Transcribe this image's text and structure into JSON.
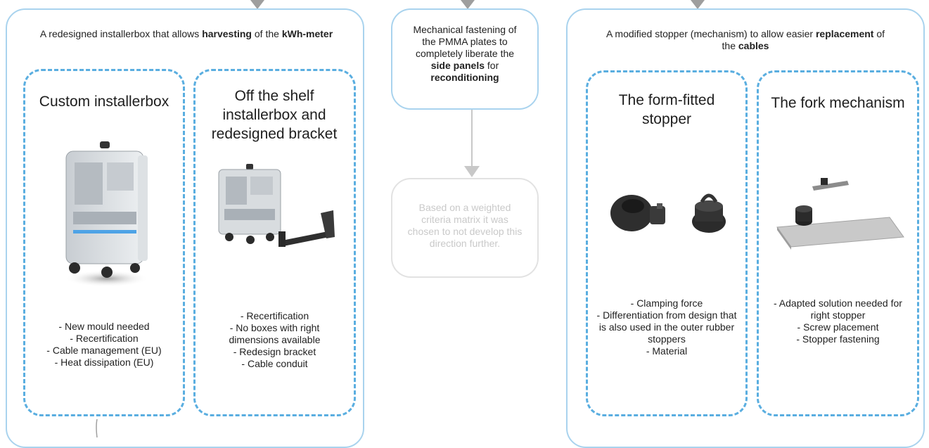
{
  "left_panel": {
    "header_parts": [
      "A redesigned installerbox that allows ",
      "harvesting",
      " of the ",
      "kWh-meter"
    ],
    "options": [
      {
        "title": "Custom installerbox",
        "notes": [
          "- New mould needed",
          "- Recertification",
          "- Cable management (EU)",
          "- Heat dissipation (EU)"
        ]
      },
      {
        "title": "Off the shelf installerbox and redesigned bracket",
        "notes": [
          "- Recertification",
          "- No boxes with right dimensions available",
          "- Redesign bracket",
          "- Cable conduit"
        ]
      }
    ]
  },
  "middle": {
    "box_parts": [
      "Mechanical fastening of the PMMA plates to completely liberate the ",
      "side panels",
      " for ",
      "reconditioning"
    ],
    "faded_text": "Based on a weighted criteria matrix it was chosen to not develop this direction further."
  },
  "right_panel": {
    "header_parts": [
      "A modified stopper (mechanism) to allow easier ",
      "replacement",
      " of the ",
      "cables"
    ],
    "options": [
      {
        "title": "The form-fitted stopper",
        "notes": [
          "- Clamping force",
          "- Differentiation from design that is also used in the outer rubber stoppers",
          "- Material"
        ]
      },
      {
        "title": "The fork mechanism",
        "notes": [
          "- Adapted solution needed for right stopper",
          "- Screw placement",
          "- Stopper fastening"
        ]
      }
    ]
  },
  "colors": {
    "panel_border": "#a9d3ee",
    "dashed_border": "#5aaee0",
    "connector": "#a0a0a0"
  }
}
